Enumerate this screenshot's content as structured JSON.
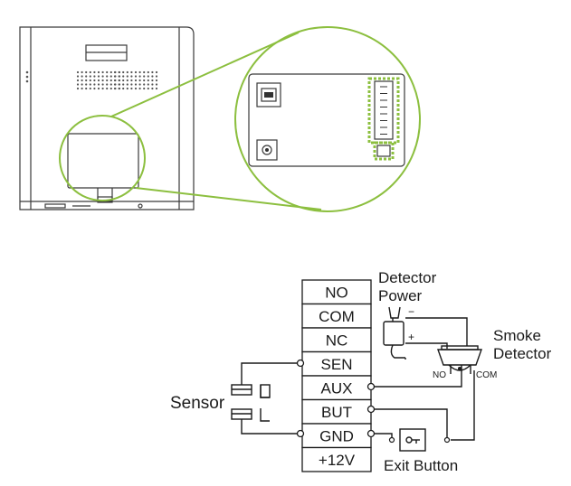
{
  "terminals": [
    "NO",
    "COM",
    "NC",
    "SEN",
    "AUX",
    "BUT",
    "GND",
    "+12V"
  ],
  "labels": {
    "detector_power_1": "Detector",
    "detector_power_2": "Power",
    "smoke_detector_1": "Smoke",
    "smoke_detector_2": "Detector",
    "sensor": "Sensor",
    "exit_button": "Exit Button",
    "minus": "−",
    "plus": "+",
    "no": "NO",
    "com": "COM"
  },
  "colors": {
    "highlight": "#8cbf3f",
    "line": "#1a1a1a"
  }
}
